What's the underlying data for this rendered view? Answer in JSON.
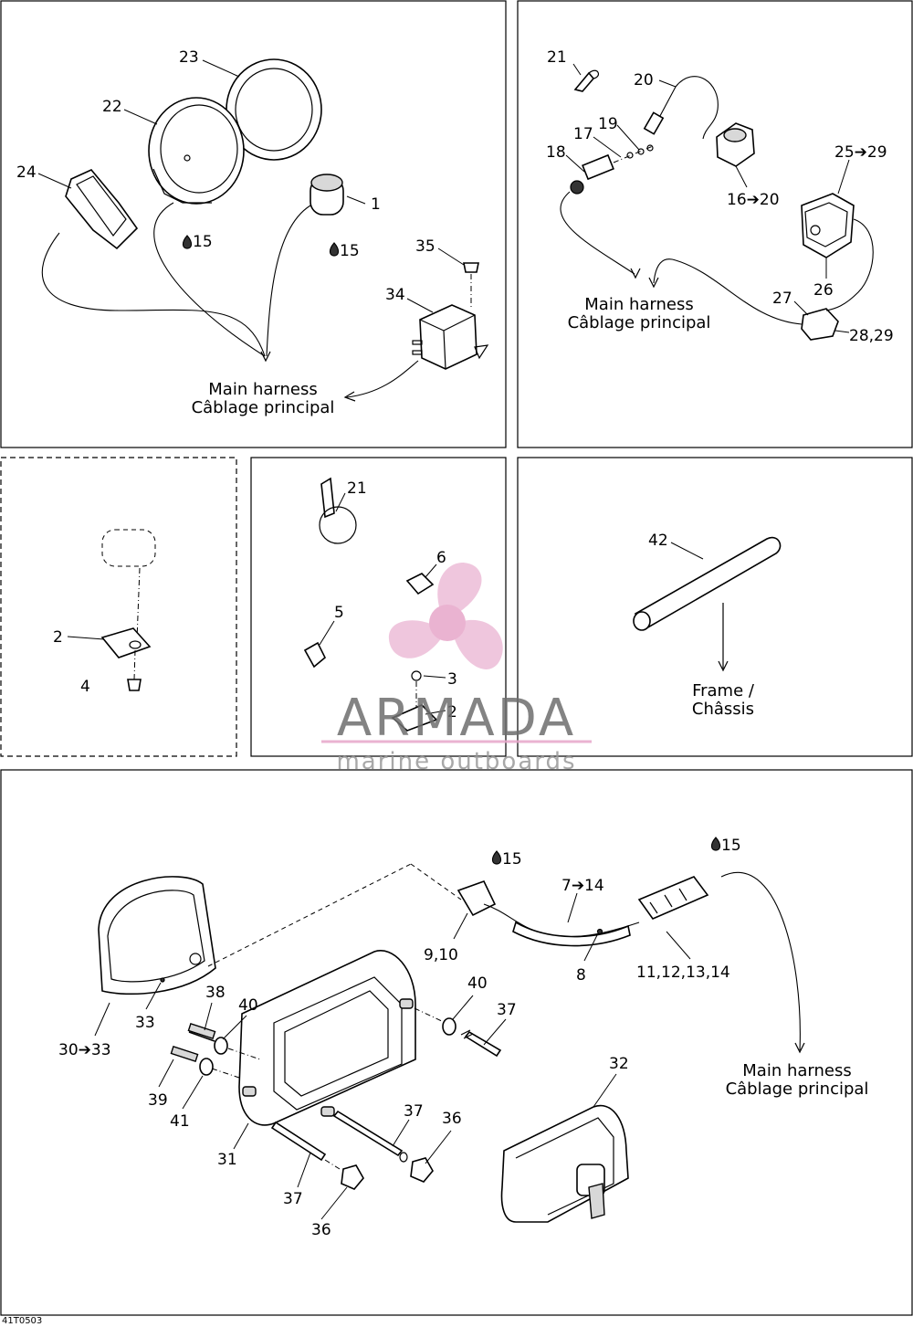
{
  "panels": {
    "top_left": {
      "callouts": [
        "23",
        "22",
        "24",
        "1",
        "35",
        "34"
      ],
      "sealant": [
        "15",
        "15"
      ],
      "harness_en": "Main harness",
      "harness_fr": "Câblage principal"
    },
    "top_right": {
      "callouts": [
        "21",
        "20",
        "19",
        "17",
        "18",
        "16➔20",
        "25➔29",
        "26",
        "27",
        "28,29"
      ],
      "harness_en": "Main harness",
      "harness_fr": "Câblage principal"
    },
    "mid_left": {
      "callouts": [
        "2",
        "4"
      ]
    },
    "mid_center": {
      "callouts": [
        "21",
        "6",
        "5",
        "3",
        "2"
      ]
    },
    "mid_right": {
      "callouts": [
        "42"
      ],
      "frame_en": "Frame /",
      "frame_fr": "Châssis"
    },
    "bottom": {
      "callouts": [
        "7➔14",
        "9,10",
        "8",
        "11,12,13,14",
        "33",
        "30➔33",
        "38",
        "40",
        "39",
        "41",
        "31",
        "40",
        "37",
        "37",
        "36",
        "37",
        "36",
        "32"
      ],
      "sealant": [
        "15",
        "15"
      ],
      "harness_en": "Main harness",
      "harness_fr": "Câblage principal"
    }
  },
  "watermark": {
    "brand": "ARMADA",
    "sub": "marine outboards",
    "accent": "#e7a6c9",
    "logo": "propeller-logo"
  },
  "reference_code": "41T0503"
}
